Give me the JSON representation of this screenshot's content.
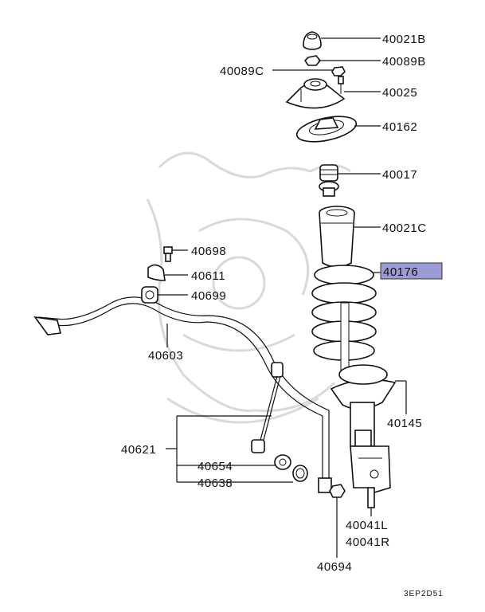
{
  "diagram": {
    "labels": {
      "p40021B": "40021B",
      "p40089B": "40089B",
      "p40089C": "40089C",
      "p40025": "40025",
      "p40162": "40162",
      "p40017": "40017",
      "p40021C": "40021C",
      "p40176": "40176",
      "p40698": "40698",
      "p40611": "40611",
      "p40699": "40699",
      "p40603": "40603",
      "p40145": "40145",
      "p40621": "40621",
      "p40654": "40654",
      "p40638": "40638",
      "p40041L": "40041L",
      "p40041R": "40041R",
      "p40694": "40694"
    },
    "diagram_code": "3EP2D51",
    "highlight_color": "#9b9bd6"
  }
}
